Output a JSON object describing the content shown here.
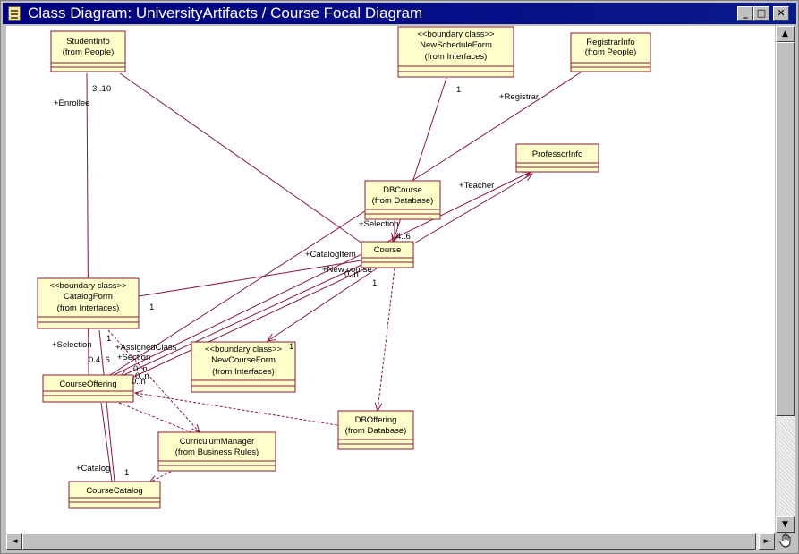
{
  "window": {
    "title": "Class Diagram: UniversityArtifacts / Course Focal Diagram",
    "controls": {
      "minimize": "_",
      "maximize": "□",
      "close": "✕"
    }
  },
  "scrollbars": {
    "up": "▲",
    "down": "▼",
    "left": "◄",
    "right": "►",
    "grip_icon": "hand-icon"
  },
  "colors": {
    "titlebar": "#000080",
    "class_fill": "#ffffcc",
    "class_border": "#8b1a3a",
    "line": "#8b1a3a"
  },
  "classes": {
    "student_info": {
      "name": "StudentInfo",
      "from": "(from People)"
    },
    "new_schedule_form": {
      "stereotype": "<<boundary class>>",
      "name": "NewScheduleForm",
      "from": "(from Interfaces)"
    },
    "registrar_info": {
      "name": "RegistrarInfo",
      "from": "(from People)"
    },
    "professor_info": {
      "name": "ProfessorInfo"
    },
    "db_course": {
      "name": "DBCourse",
      "from": "(from Database)"
    },
    "course": {
      "name": "Course"
    },
    "catalog_form": {
      "stereotype": "<<boundary class>>",
      "name": "CatalogForm",
      "from": "(from Interfaces)"
    },
    "new_course_form": {
      "stereotype": "<<boundary class>>",
      "name": "NewCourseForm",
      "from": "(from Interfaces)"
    },
    "course_offering": {
      "name": "CourseOffering"
    },
    "db_offering": {
      "name": "DBOffering",
      "from": "(from Database)"
    },
    "curriculum_manager": {
      "name": "CurriculumManager",
      "from": "(from Business Rules)"
    },
    "course_catalog": {
      "name": "CourseCatalog"
    }
  },
  "labels": {
    "mult_3_10": "3..10",
    "enrollee": "+Enrollee",
    "mult_1_schedule": "1",
    "registrar": "+Registrar",
    "teacher": "+Teacher",
    "selection_top": "+Selection",
    "mult_4_6_top": "4..6",
    "catalog_item": "+CatalogItem",
    "new_course": "+New course",
    "mult_0_n_course": "0..n",
    "mult_1_course": "1",
    "mult_1_catalogform": "1",
    "mult_1_newcourseform": "1",
    "selection_bottom": "+Selection",
    "mult_1_left": "1",
    "assigned_class": "+AssignedClass",
    "section": "+Section",
    "mult_0_4_6": "0 4..6",
    "mult_0_n_a": "0..n",
    "mult_0_n_b": "0..n",
    "mult_0_n_c": "0..n",
    "catalog": "+Catalog",
    "mult_1_catalog": "1"
  }
}
